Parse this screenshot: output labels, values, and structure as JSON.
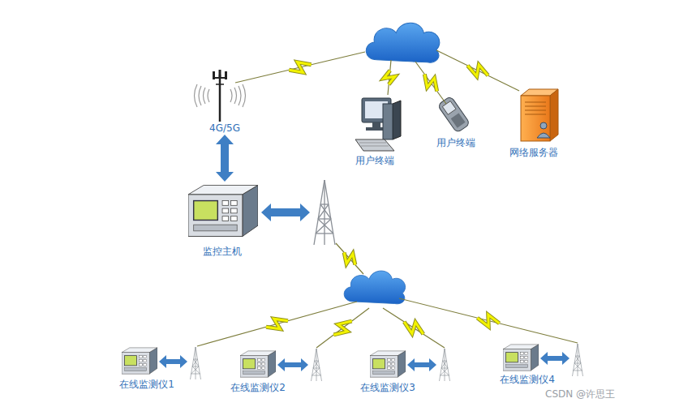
{
  "diagram": {
    "nodes": [
      {
        "text": [
          "4G/5G"
        ]
      },
      {
        "text": [
          "用户终端"
        ]
      },
      {
        "text": [
          "用户终端"
        ]
      },
      {
        "text": [
          "网络服务器"
        ]
      },
      {
        "text": [
          "监控主机"
        ]
      },
      {
        "text": [
          "在线监测仪1"
        ]
      },
      {
        "text": [
          "在线监测仪2"
        ]
      },
      {
        "text": [
          "在线监测仪3"
        ]
      },
      {
        "text": [
          "在线监测仪4"
        ]
      }
    ],
    "edges": [
      {
        "from": 4,
        "to": 0,
        "arrow": "both"
      }
    ],
    "labels": [
      "CSDN @许思王"
    ]
  }
}
